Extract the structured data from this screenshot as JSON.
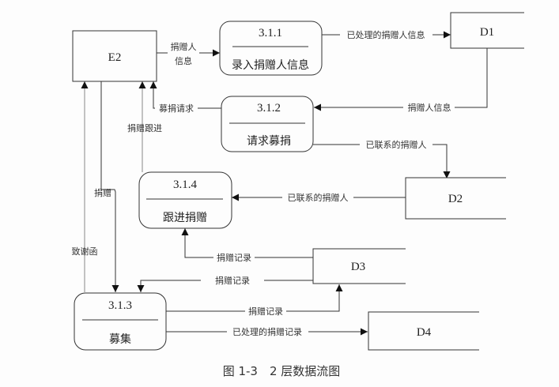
{
  "external_entities": [
    {
      "id": "E2",
      "label": "E2"
    }
  ],
  "processes": [
    {
      "id": "3.1.1",
      "number": "3.1.1",
      "name": "录入捐赠人信息"
    },
    {
      "id": "3.1.2",
      "number": "3.1.2",
      "name": "请求募捐"
    },
    {
      "id": "3.1.3",
      "number": "3.1.3",
      "name": "募集"
    },
    {
      "id": "3.1.4",
      "number": "3.1.4",
      "name": "跟进捐赠"
    }
  ],
  "data_stores": [
    {
      "id": "D1",
      "label": "D1"
    },
    {
      "id": "D2",
      "label": "D2"
    },
    {
      "id": "D3",
      "label": "D3"
    },
    {
      "id": "D4",
      "label": "D4"
    }
  ],
  "flows": [
    {
      "from": "E2",
      "to": "3.1.1",
      "label_line1": "捐赠人",
      "label_line2": "信息"
    },
    {
      "from": "3.1.1",
      "to": "D1",
      "label": "已处理的捐赠人信息"
    },
    {
      "from": "D1",
      "to": "3.1.2",
      "label": "捐赠人信息"
    },
    {
      "from": "3.1.2",
      "to": "E2",
      "label": "募捐请求"
    },
    {
      "from": "3.1.4",
      "to": "E2",
      "label": "捐赠跟进"
    },
    {
      "from": "3.1.2",
      "to": "D2",
      "label": "已联系的捐赠人"
    },
    {
      "from": "D2",
      "to": "3.1.4",
      "label": "已联系的捐赠人"
    },
    {
      "from": "E2",
      "to": "3.1.3",
      "label": "捐赠"
    },
    {
      "from": "3.1.3",
      "to": "E2",
      "label": "致谢函"
    },
    {
      "from": "D3",
      "to": "3.1.4",
      "label": "捐赠记录"
    },
    {
      "from": "D3",
      "to": "3.1.3",
      "label": "捐赠记录"
    },
    {
      "from": "3.1.3",
      "to": "D3",
      "label": "捐赠记录"
    },
    {
      "from": "3.1.3",
      "to": "D4",
      "label": "已处理的捐赠记录"
    }
  ],
  "caption": "图 1-3　2 层数据流图"
}
